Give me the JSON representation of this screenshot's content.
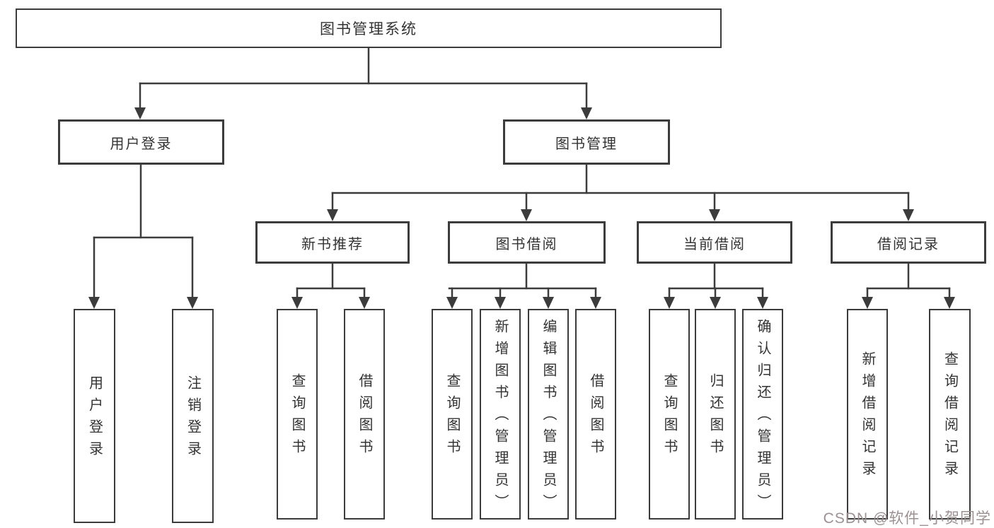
{
  "page": {
    "background": "#ffffff"
  },
  "colors": {
    "line": "#3c3c3c",
    "box_border": "#3c3c3c",
    "box_fill": "#ffffff",
    "text": "#333333",
    "watermark_text": "#9b9192"
  },
  "tree": {
    "root": "图书管理系统",
    "level2": [
      "用户登录",
      "图书管理"
    ],
    "level3": [
      "新书推荐",
      "图书借阅",
      "当前借阅",
      "借阅记录"
    ],
    "leaves": {
      "user_login": [
        "用户登录",
        "注销登录"
      ],
      "new_book_recommend": [
        "查询图书",
        "借阅图书"
      ],
      "book_borrow": [
        "查询图书",
        "新增图书（管理员）",
        "编辑图书（管理员）",
        "借阅图书"
      ],
      "current_borrow": [
        "查询图书",
        "归还图书",
        "确认归还（管理员）"
      ],
      "borrow_records": [
        "新增借阅记录",
        "查询借阅记录"
      ]
    }
  },
  "watermark": "CSDN @软件_小贺同学"
}
